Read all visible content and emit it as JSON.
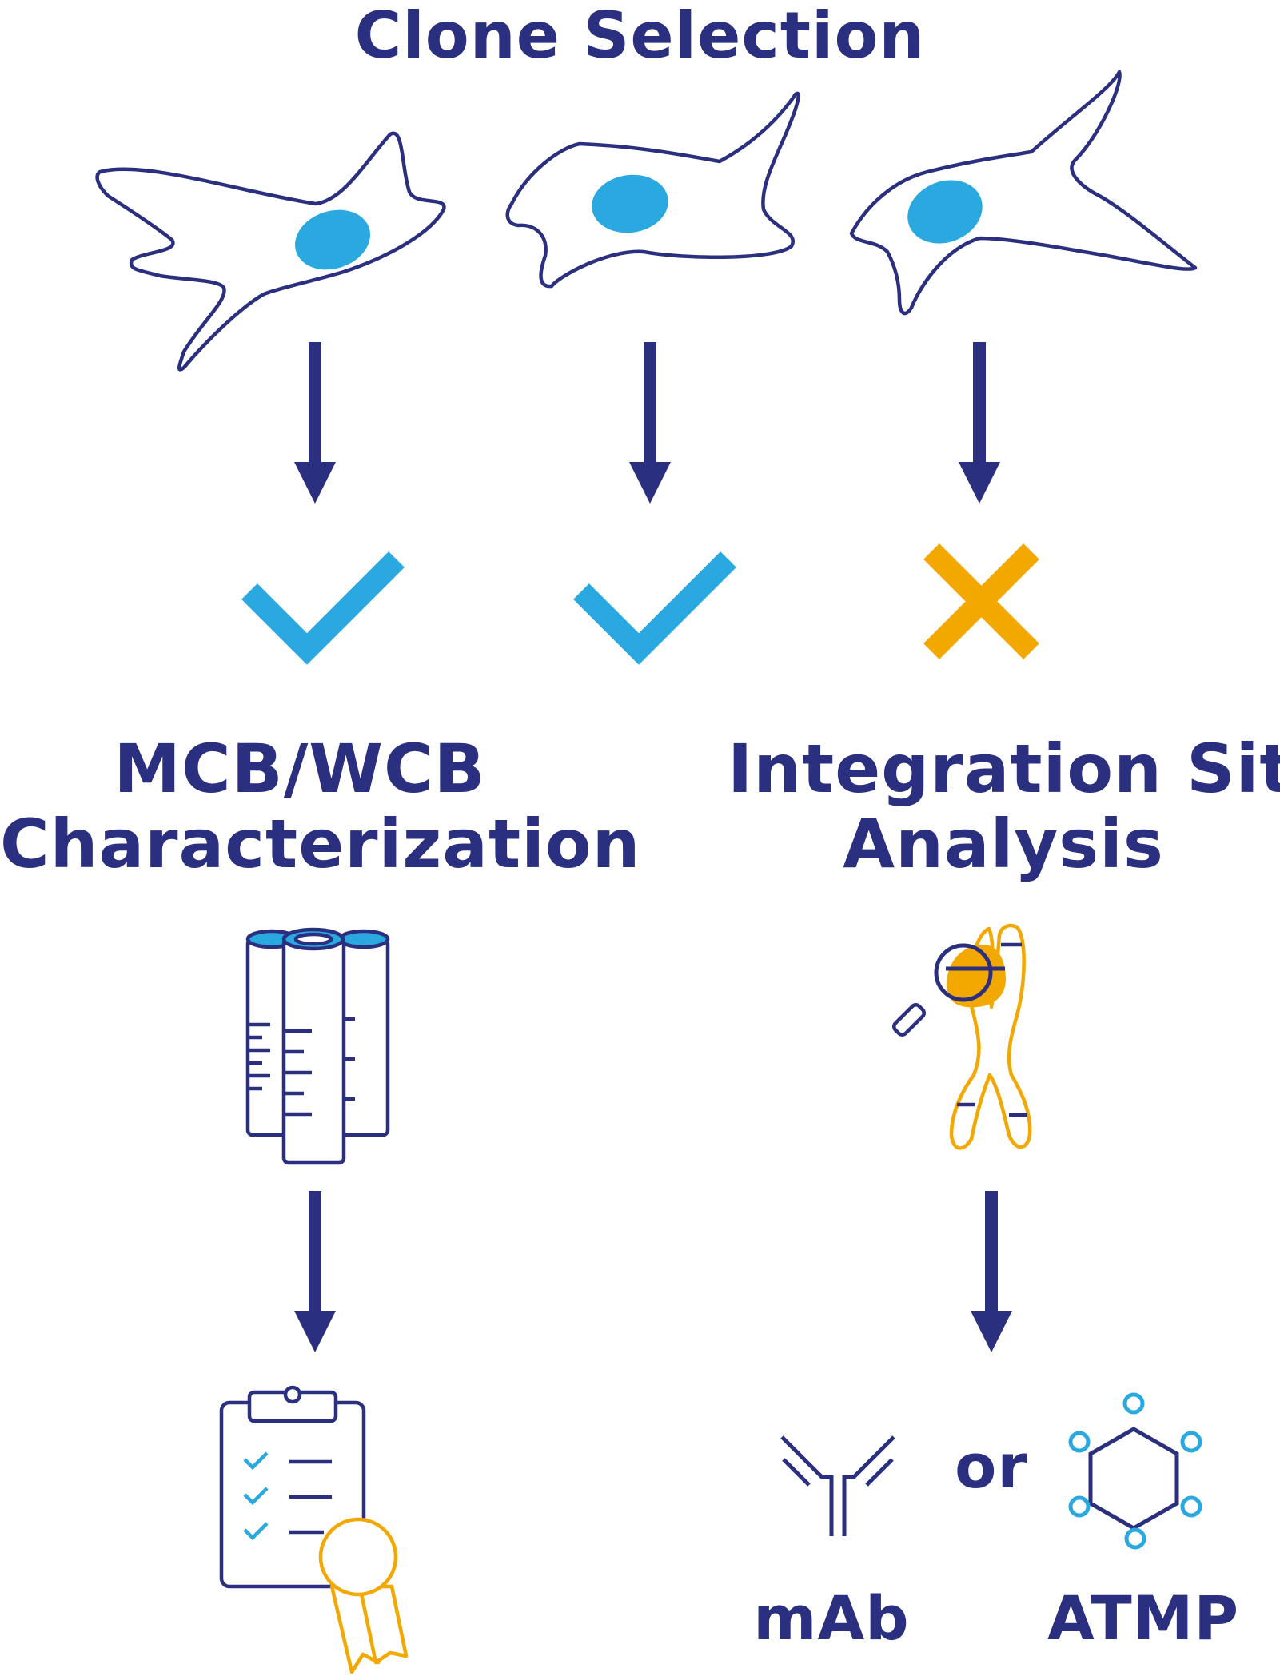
{
  "title": "Clone Selection",
  "mcb_heading": {
    "line1": "MCB/WCB",
    "line2": "Characterization"
  },
  "isa_heading": {
    "line1": "Integration Site",
    "line2": "Analysis"
  },
  "outputs": {
    "mab": "mAb",
    "or": "or",
    "atmp": "ATMP"
  },
  "results": [
    "check",
    "check",
    "cross"
  ],
  "icons": {
    "cells": "cell-icon",
    "arrows": "arrow-down-icon",
    "check": "checkmark-icon",
    "cross": "cross-icon",
    "tubes": "culture-tubes-icon",
    "chromosome": "chromosome-magnifier-icon",
    "clipboard": "certified-clipboard-icon",
    "antibody": "antibody-icon",
    "atmp": "hexagon-molecule-icon"
  },
  "colors": {
    "navy": "#2b2f7f",
    "blue": "#29a9e0",
    "orange": "#f3a800"
  }
}
